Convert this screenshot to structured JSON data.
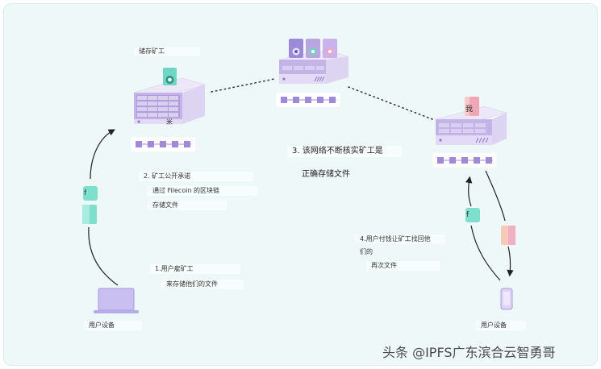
{
  "labels": {
    "storage_miner": "储存矿工",
    "step1_line1": "1.用户雇矿工",
    "step1_line2": "来存储他们的文件",
    "step2_line1": "2. 矿工公开承诺",
    "step2_line2": "通过 Filecoin 的区块链",
    "step2_line3": "存储文件",
    "step3_line1": "3. 该网络不断核实矿工是",
    "step3_line2": "正确存储文件",
    "step4_line1": "4.用户付钱让矿工找回他",
    "step4_line2": "们的",
    "step4_line3": "再次文件",
    "user_device_left": "用户设备",
    "user_device_right": "用户设备",
    "file_glyph_left": "f",
    "file_glyph_right": "f",
    "server_mark_left": "米",
    "server_mark_right": "我"
  },
  "watermark": "头条 @IPFS广东滨合云智勇哥",
  "colors": {
    "background": "#eef8f8",
    "server_top": "#e8e2f6",
    "server_front": "#b9a6e0",
    "server_side": "#d6ccef",
    "chain_block": "#9f8ad8",
    "file_teal": "#6fd6c4",
    "file_purple": "#9b8ad8",
    "file_pink": "#f0a6c4",
    "arrow": "#222222"
  }
}
